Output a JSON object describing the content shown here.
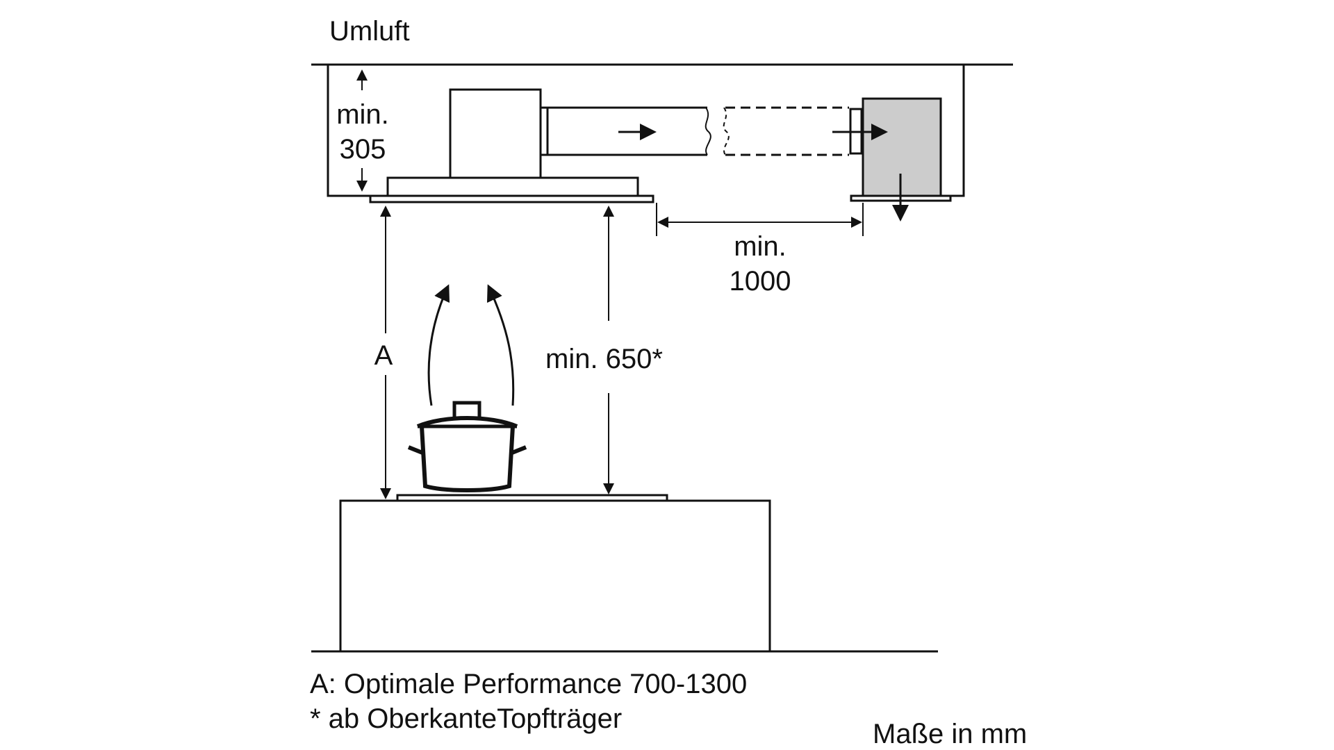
{
  "title": "Umluft",
  "labels": {
    "top_clearance": [
      "min.",
      "305"
    ],
    "duct_length": [
      "min.",
      "1000"
    ],
    "height_a": "A",
    "height_min": "min. 650*"
  },
  "notes": {
    "a_definition": "A: Optimale Performance 700-1300",
    "footnote": "* ab OberkanteTopfträger",
    "units": "Maße in mm"
  },
  "colors": {
    "line": "#111111",
    "filter_box": "#cccccc",
    "background": "#ffffff"
  },
  "icons": [
    "cooking-pot-icon",
    "steam-arrow-icon",
    "airflow-arrow-icon"
  ]
}
